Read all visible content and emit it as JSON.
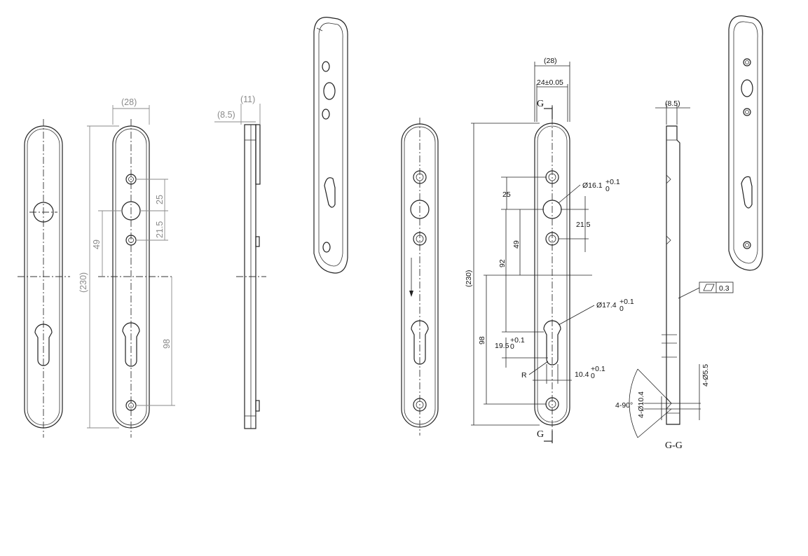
{
  "left_views": {
    "overall_width": "(28)",
    "overall_length": "(230)",
    "hole_spacing_upper": "25",
    "hole_spacing_mid": "21.5",
    "center_offset": "49",
    "lower_spacing": "98",
    "side_overall": "(11)",
    "side_plate": "(8.5)"
  },
  "right_views": {
    "overall_width": "(28)",
    "width_tol": "24±0.05",
    "section_mark": "G",
    "overall_length": "(230)",
    "hole_spacing_upper": "25",
    "hole_spacing_mid": "21.5",
    "center_offset": "49",
    "upper_to_cylinder": "92",
    "lower_spacing": "98",
    "bore_dia": "Ø16.1",
    "bore_tol_upper": "+0.1",
    "bore_tol_lower": "0",
    "cyl_dia": "Ø17.4",
    "cyl_tol_upper": "+0.1",
    "cyl_tol_lower": "0",
    "cyl_offset": "19.5",
    "cyl_offset_tol_upper": "+0.1",
    "cyl_offset_tol_lower": "0",
    "slot_width": "10.4",
    "slot_tol_upper": "+0.1",
    "slot_tol_lower": "0",
    "radius_label": "R"
  },
  "section_view": {
    "plate_thickness": "(8.5)",
    "flatness_value": "0.3",
    "countersink_angle": "4-90°",
    "countersink_dia": "4-Ø10.4",
    "through_hole_dia": "4-Ø5.5",
    "section_title": "G-G"
  }
}
